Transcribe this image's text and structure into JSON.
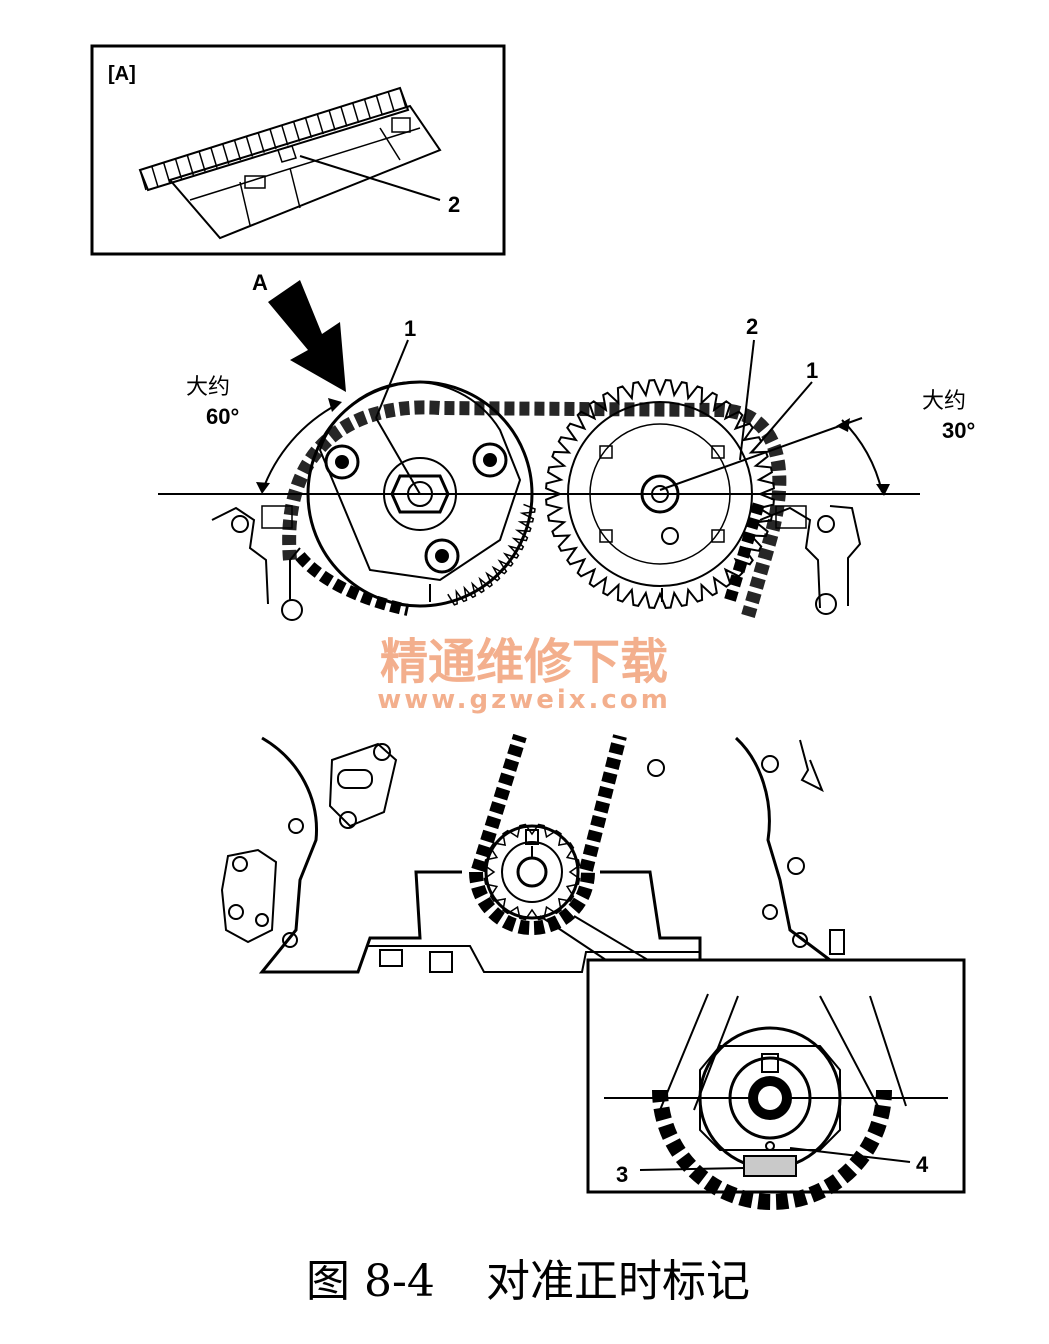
{
  "inset_a": {
    "tag": "[A]",
    "callout": "2"
  },
  "main_view": {
    "view_arrow_label": "A",
    "left_sprocket_callout": "1",
    "right_sprocket_callouts": [
      "2",
      "1"
    ],
    "left_angle": {
      "text": "大约",
      "value": "60°"
    },
    "right_angle": {
      "text": "大约",
      "value": "30°"
    }
  },
  "watermark": {
    "title": "精通维修下载",
    "url": "www.gzweix.com",
    "color": "#f2a27a"
  },
  "crank_inset": {
    "callouts": [
      "3",
      "4"
    ]
  },
  "caption": {
    "figure_no": "图 8-4",
    "title": "对准正时标记"
  }
}
